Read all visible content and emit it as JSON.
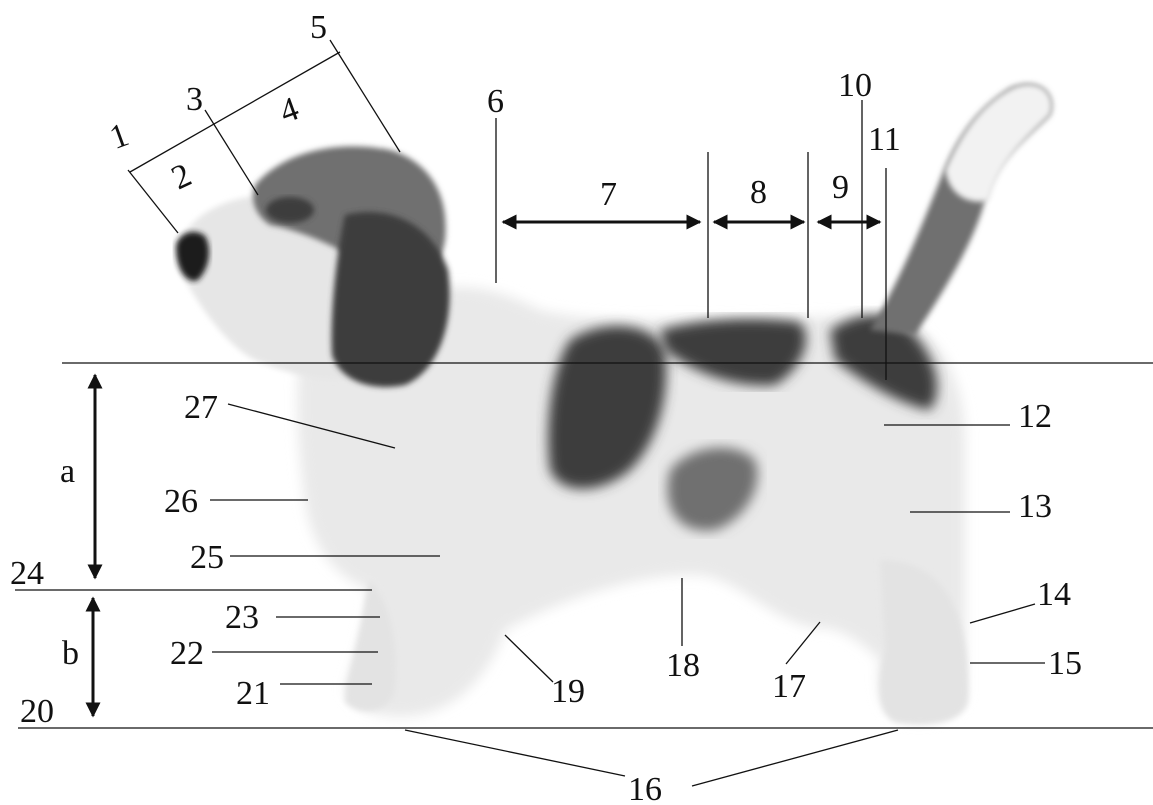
{
  "diagram": {
    "labels": {
      "l1": "1",
      "l2": "2",
      "l3": "3",
      "l4": "4",
      "l5": "5",
      "l6": "6",
      "l7": "7",
      "l8": "8",
      "l9": "9",
      "l10": "10",
      "l11": "11",
      "l12": "12",
      "l13": "13",
      "l14": "14",
      "l15": "15",
      "l16": "16",
      "l17": "17",
      "l18": "18",
      "l19": "19",
      "l20": "20",
      "l21": "21",
      "l22": "22",
      "l23": "23",
      "l24": "24",
      "l25": "25",
      "l26": "26",
      "l27": "27",
      "la": "a",
      "lb": "b"
    },
    "colors": {
      "ink": "#111111",
      "fur_light": "#eeeeee",
      "fur_dark": "#3e3e3e"
    }
  }
}
